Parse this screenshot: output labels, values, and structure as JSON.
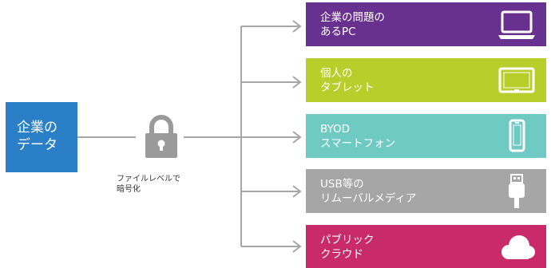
{
  "source": {
    "line1": "企業の",
    "line2": "データ"
  },
  "lock": {
    "icon": "padlock-icon",
    "caption_line1": "ファイルレベルで",
    "caption_line2": "暗号化"
  },
  "destinations": [
    {
      "line1": "企業の問題の",
      "line2": "あるPC",
      "color": "#68308f",
      "icon": "laptop-icon"
    },
    {
      "line1": "個人の",
      "line2": "タブレット",
      "color": "#b8cf2b",
      "icon": "tablet-icon"
    },
    {
      "line1": "BYOD",
      "line2": "スマートフォン",
      "color": "#6fcac3",
      "icon": "smartphone-icon"
    },
    {
      "line1": "USB等の",
      "line2": "リムーバルメディア",
      "color": "#a6a6a6",
      "icon": "usb-drive-icon"
    },
    {
      "line1": "パブリック",
      "line2": "クラウド",
      "color": "#c92b6a",
      "icon": "cloud-icon"
    }
  ],
  "colors": {
    "source_box": "#2a7fc6",
    "connector": "#a6a6a6",
    "lock": "#9a9a9a"
  }
}
